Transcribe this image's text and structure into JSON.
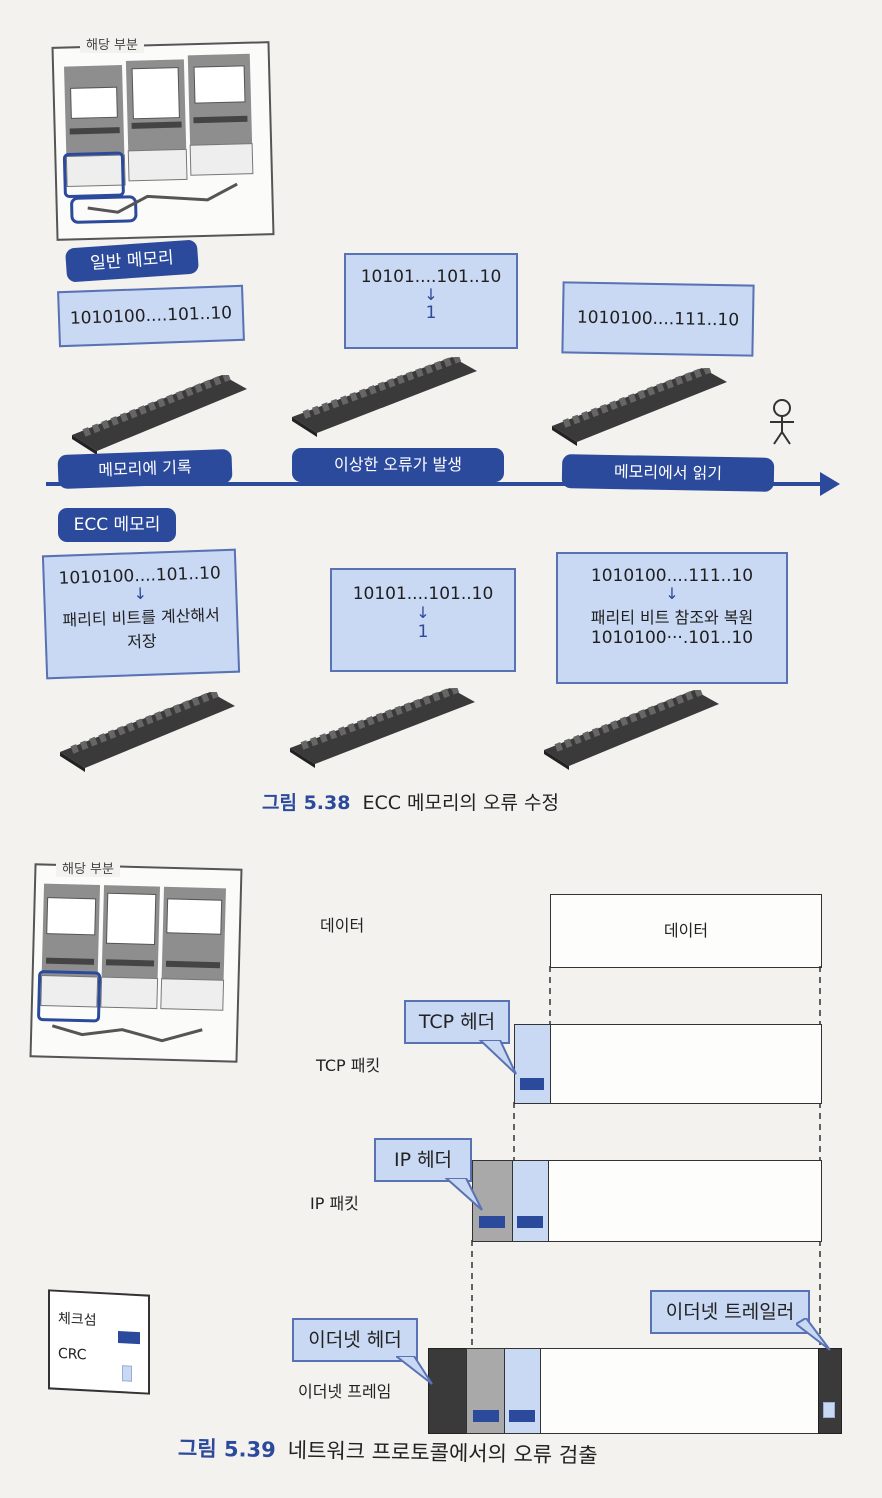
{
  "fig38": {
    "thumb_title": "해당 부분",
    "normal_memory": "일반 메모리",
    "ecc_memory": "ECC 메모리",
    "normal": {
      "write_data": "1010100....101..10",
      "error_data": "10101....101..10",
      "error_bit": "1",
      "read_data": "1010100....111..10"
    },
    "timeline": {
      "write": "메모리에 기록",
      "error": "이상한 오류가 발생",
      "read": "메모리에서 읽기"
    },
    "ecc": {
      "write_data": "1010100....101..10",
      "write_note_1": "패리티 비트를 계산해서",
      "write_note_2": "저장",
      "error_data": "10101....101..10",
      "error_bit": "1",
      "read_data": "1010100....111..10",
      "read_note": "패리티 비트 참조와 복원",
      "restored": "1010100···.101..10"
    },
    "caption_num": "그림 5.38",
    "caption_text": "ECC 메모리의 오류 수정"
  },
  "fig39": {
    "thumb_title": "해당 부분",
    "rows": {
      "data_label": "데이터",
      "data_box": "데이터",
      "tcp_label": "TCP 패킷",
      "ip_label": "IP 패킷",
      "eth_label": "이더넷 프레임"
    },
    "callouts": {
      "tcp": "TCP 헤더",
      "ip": "IP 헤더",
      "eth_header": "이더넷 헤더",
      "eth_trailer": "이더넷 트레일러"
    },
    "legend": {
      "checksum": "체크섬",
      "crc": "CRC"
    },
    "caption_num": "그림 5.39",
    "caption_text": "네트워크 프로토콜에서의 오류 검출"
  },
  "colors": {
    "accent": "#2c4a9c",
    "bubble": "#c9d8f3"
  }
}
